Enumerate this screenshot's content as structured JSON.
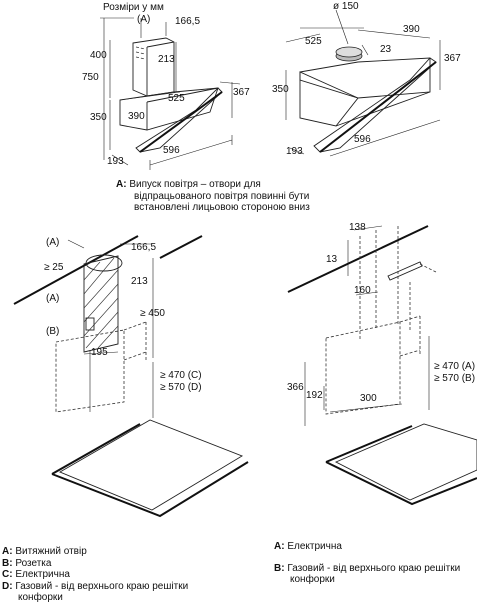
{
  "top_left": {
    "title": "Розміри у мм",
    "label_a": "(A)",
    "d_166_5": "166,5",
    "d_400": "400",
    "d_213": "213",
    "d_750": "750",
    "d_367": "367",
    "d_525": "525",
    "d_350": "350",
    "d_390": "390",
    "d_596": "596",
    "d_193": "193"
  },
  "top_right": {
    "d_150": "ø 150",
    "d_390": "390",
    "d_525": "525",
    "d_23": "23",
    "d_367": "367",
    "d_350": "350",
    "d_596": "596",
    "d_193": "193"
  },
  "note_a": {
    "key": "A:",
    "lines": [
      "Випуск повітря – отвори для",
      "відпрацьованого повітря повинні бути",
      "встановлені лицьовою стороною вниз"
    ]
  },
  "mid_left": {
    "a1": "(A)",
    "d_166_5": "166,5",
    "d_25": "≥ 25",
    "d_213": "213",
    "a2": "(A)",
    "d_450": "≥ 450",
    "b": "(B)",
    "d_195": "195",
    "d_470": "≥ 470 (C)",
    "d_570": "≥ 570 (D)"
  },
  "mid_right": {
    "d_138": "138",
    "d_13": "13",
    "d_160": "160",
    "d_470": "≥ 470 (A)",
    "d_570": "≥ 570 (B)",
    "d_366": "366",
    "d_192": "192",
    "d_300": "300"
  },
  "legend_left": [
    {
      "key": "A:",
      "text": "Витяжний отвір"
    },
    {
      "key": "B:",
      "text": "Розетка"
    },
    {
      "key": "C:",
      "text": "Електрична"
    },
    {
      "key": "D:",
      "text": "Газовий - від верхнього краю решітки"
    },
    {
      "key": "",
      "text": "конфорки"
    }
  ],
  "legend_right": [
    {
      "key": "A:",
      "text": "Електрична"
    },
    {
      "key": "B:",
      "text": "Газовий - від верхнього краю решітки"
    },
    {
      "key": "",
      "text": "конфорки"
    }
  ]
}
